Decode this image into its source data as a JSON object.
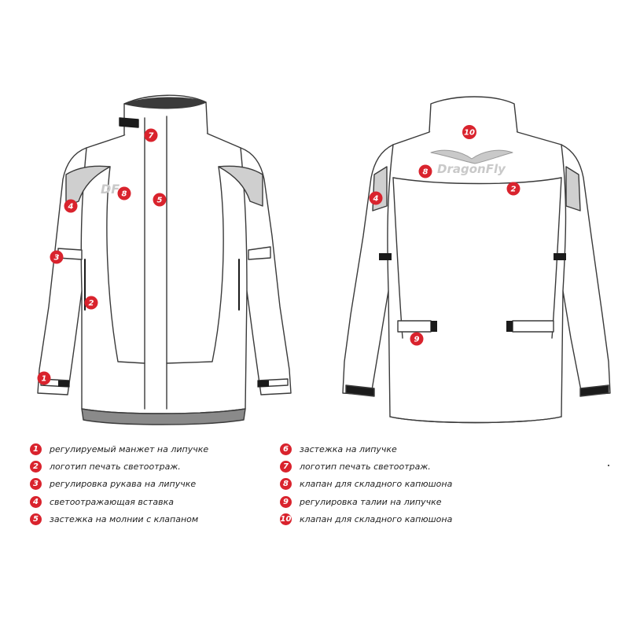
{
  "colors": {
    "callout_red": "#d9232d",
    "outline": "#3a3a3a",
    "reflective_grey": "#cfcfcf",
    "velcro_black": "#1b1b1b",
    "hem_grey": "#8a8a8a"
  },
  "front": {
    "chest_logo": "DF",
    "callouts": [
      {
        "num": "7"
      },
      {
        "num": "8"
      },
      {
        "num": "5"
      },
      {
        "num": "4"
      },
      {
        "num": "3"
      },
      {
        "num": "2"
      },
      {
        "num": "1"
      }
    ]
  },
  "back": {
    "logo_text": "DragonFly",
    "callouts": [
      {
        "num": "10"
      },
      {
        "num": "8"
      },
      {
        "num": "2"
      },
      {
        "num": "4"
      },
      {
        "num": "9"
      }
    ]
  },
  "legend": {
    "left": [
      {
        "num": "1",
        "label": "регулируемый манжет на липучке"
      },
      {
        "num": "2",
        "label": "логотип печать светоотраж."
      },
      {
        "num": "3",
        "label": "регулировка рукава на липучке"
      },
      {
        "num": "4",
        "label": "светоотражающая вставка"
      },
      {
        "num": "5",
        "label": "застежка на молнии с клапаном"
      }
    ],
    "right": [
      {
        "num": "6",
        "label": "застежка на липучке"
      },
      {
        "num": "7",
        "label": "логотип печать светоотраж."
      },
      {
        "num": "8",
        "label": "клапан для складного капюшона"
      },
      {
        "num": "9",
        "label": "регулировка талии на липучке"
      },
      {
        "num": "10",
        "label": "клапан для складного капюшона"
      }
    ]
  }
}
